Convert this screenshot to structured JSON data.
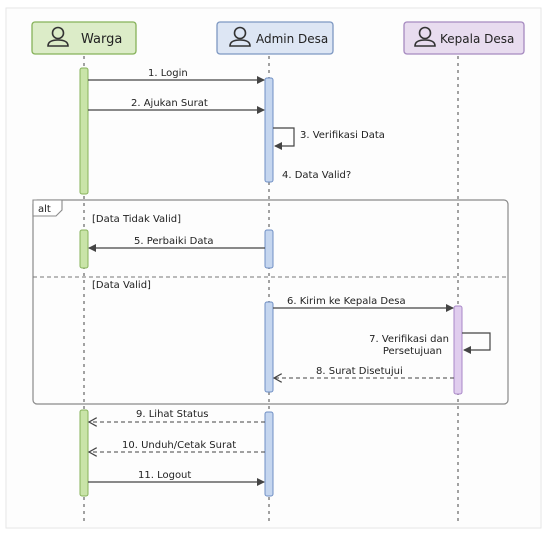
{
  "actors": [
    {
      "id": "warga",
      "label": "Warga",
      "icon": "user-icon",
      "fill": "#dcecc8",
      "stroke": "#86b25a",
      "act_fill": "#c9e4a8",
      "act_stroke": "#86b25a"
    },
    {
      "id": "admin",
      "label": "Admin Desa",
      "icon": "user-icon",
      "fill": "#dde6f4",
      "stroke": "#7e98c2",
      "act_fill": "#c5d6ef",
      "act_stroke": "#6f8fc4"
    },
    {
      "id": "kepala",
      "label": "Kepala Desa",
      "icon": "user-icon",
      "fill": "#e8dcef",
      "stroke": "#a68ac0",
      "act_fill": "#e0cdee",
      "act_stroke": "#a987c8"
    }
  ],
  "messages": [
    {
      "id": "m1",
      "label": "1. Login"
    },
    {
      "id": "m2",
      "label": "2. Ajukan Surat"
    },
    {
      "id": "m3",
      "label": "3. Verifikasi Data"
    },
    {
      "id": "m4",
      "label": "4. Data Valid?"
    },
    {
      "id": "m5",
      "label": "5. Perbaiki Data"
    },
    {
      "id": "m6",
      "label": "6. Kirim ke Kepala Desa"
    },
    {
      "id": "m7",
      "label": "7. Verifikasi dan",
      "label2": "Persetujuan"
    },
    {
      "id": "m8",
      "label": "8. Surat Disetujui"
    },
    {
      "id": "m9",
      "label": "9. Lihat Status"
    },
    {
      "id": "m10",
      "label": "10. Unduh/Cetak Surat"
    },
    {
      "id": "m11",
      "label": "11. Logout"
    }
  ],
  "alt": {
    "tag": "alt",
    "guard1": "[Data Tidak Valid]",
    "guard2": "[Data Valid]"
  },
  "colors": {
    "line": "#555555",
    "frame": "#8a8a8a",
    "text": "#222222"
  }
}
